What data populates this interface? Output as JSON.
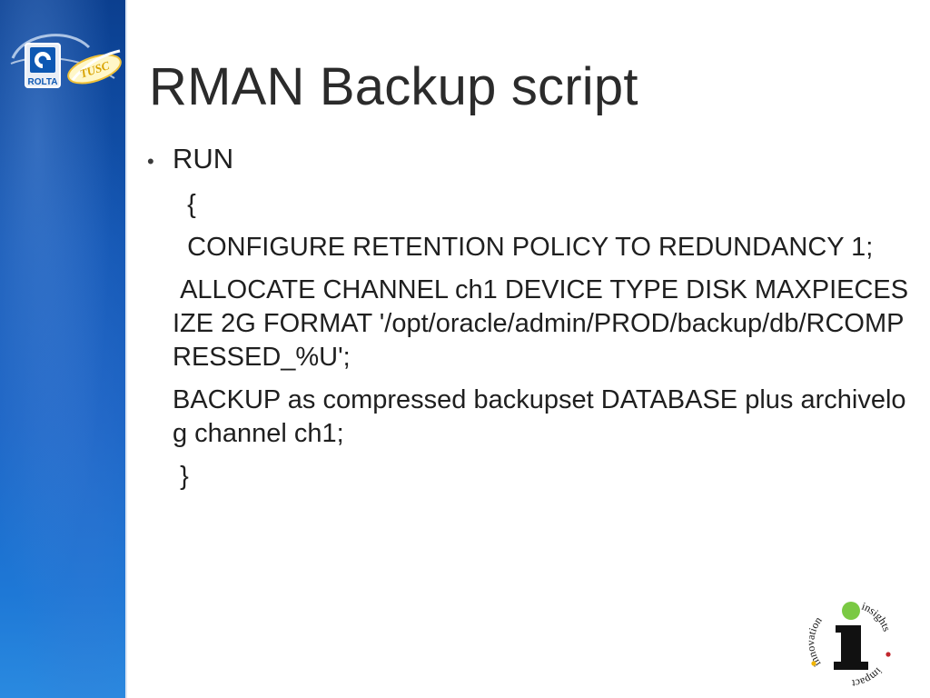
{
  "title": "RMAN Backup script",
  "logo_rolta": {
    "brand": "ROLTA",
    "badge": "TUSC"
  },
  "logo_iii": {
    "words": [
      "innovation",
      "insights",
      "impact"
    ]
  },
  "bullet": "RUN",
  "lines": [
    "  {",
    "  CONFIGURE RETENTION POLICY TO REDUNDANCY 1;",
    " ALLOCATE CHANNEL ch1 DEVICE TYPE DISK MAXPIECESIZE 2G FORMAT '/opt/oracle/admin/PROD/backup/db/RCOMPRESSED_%U';",
    "BACKUP as compressed backupset DATABASE plus archivelog channel ch1;",
    " }"
  ],
  "colors": {
    "sidebar": "#1457b4",
    "title": "#2b2b2b",
    "text": "#1f1f1f",
    "dot_green": "#7ac943",
    "dot_red": "#c1272d"
  }
}
